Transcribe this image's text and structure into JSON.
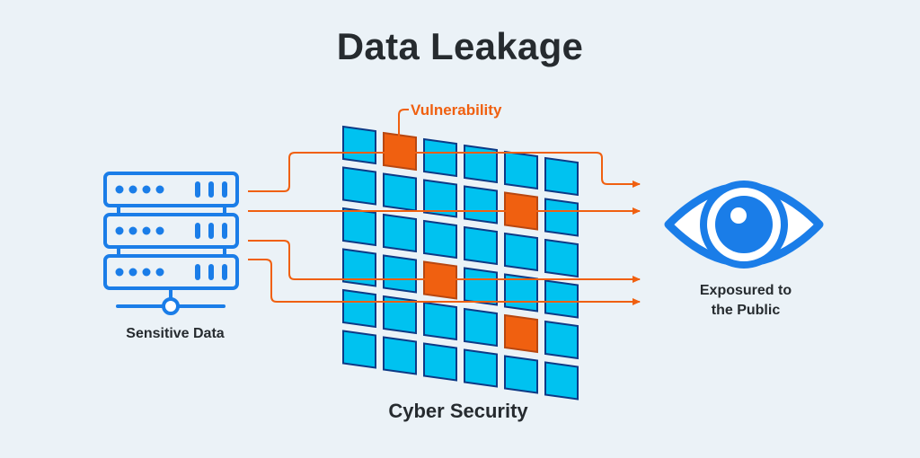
{
  "title": "Data Leakage",
  "labels": {
    "source": "Sensitive Data",
    "barrier": "Cyber Security",
    "vulnerability": "Vulnerability",
    "destination_line1": "Exposured to",
    "destination_line2": "the Public"
  },
  "icons": {
    "source": "server-rack-icon",
    "destination": "eye-icon"
  },
  "grid": {
    "rows": 6,
    "columns": 6,
    "vulnerable_cells": [
      [
        0,
        1
      ],
      [
        1,
        4
      ],
      [
        3,
        2
      ],
      [
        4,
        4
      ]
    ]
  },
  "flows": 4,
  "colors": {
    "background": "#ebf2f7",
    "text": "#262b2f",
    "accent_orange": "#f06010",
    "tile_blue": "#00c2f0",
    "tile_border": "#0d3a86",
    "icon_blue": "#1a7de8"
  }
}
